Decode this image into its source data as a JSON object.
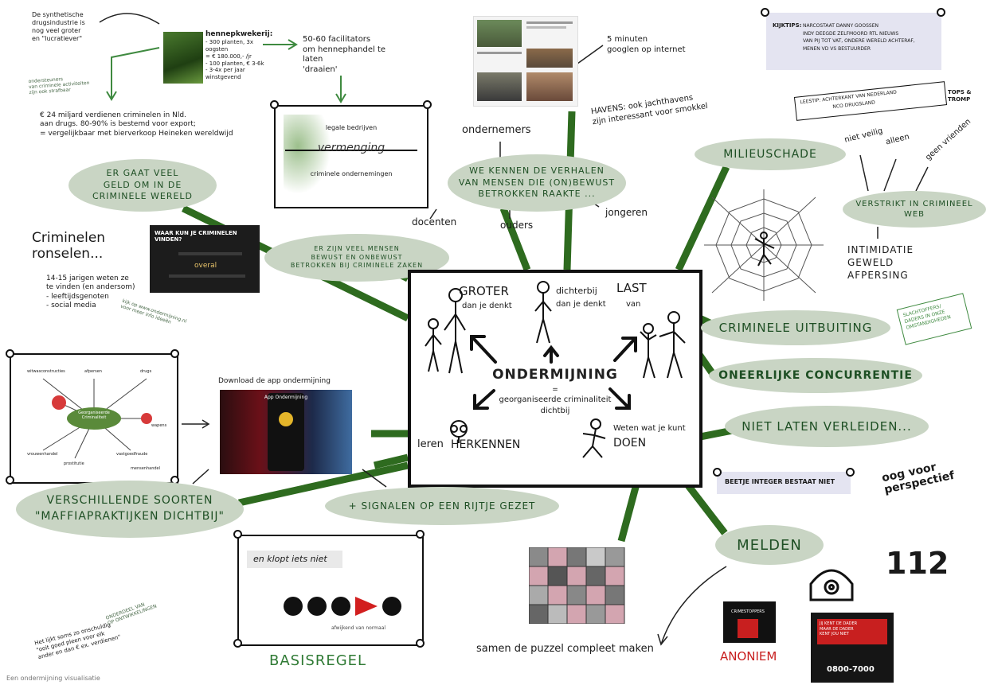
{
  "top_left_note": {
    "line1": "De synthetische",
    "line2": "drugsindustrie is",
    "line3": "nog veel groter",
    "line4": "en \"lucratiever\""
  },
  "hennep": {
    "title": "hennepkwekerij:",
    "line1": "- 300 planten, 3x oogsten",
    "line2": "= € 180.000,- /jr",
    "line3": "- 100 planten, € 3-6k",
    "line4": "- 3-4x per jaar winstgevend"
  },
  "facilitators": {
    "line1": "50-60 facilitators",
    "line2": "om hennephandel te laten",
    "line3": "'draaien'"
  },
  "small_green_note": {
    "line1": "ondersteuners",
    "line2": "van criminele activiteiten",
    "line3": "zijn ook strafbaar"
  },
  "money_note": {
    "line1": "€ 24 miljard verdienen criminelen in Nld.",
    "line2": "aan drugs. 80-90% is bestemd voor export;",
    "line3": "= vergelijkbaar met bierverkoop Heineken wereldwijd"
  },
  "armenging": {
    "top": "legale bedrijven",
    "middle": "vermenging",
    "bottom": "criminele ondernemingen"
  },
  "googlen": {
    "line1": "5 minuten",
    "line2": "googlen op internet"
  },
  "havens": {
    "line1": "HAVENS: ook jachthavens",
    "line2": "zijn interessant voor smokkel"
  },
  "tips": {
    "label": "KIJKTIPS:",
    "line1": "NARCOSTAAT  DANNY GOOSSEN",
    "line2": "INDY DEEGDE ZELFMOORD  RTL NIEUWS",
    "line3": "VAN PIJ TOT VAT, ONDERE WERELD ACHTERAF,",
    "line4": "MENEN VD VS BESTUURDER",
    "leestip": "LEESTIP: ACHTERKANT VAN NEDERLAND",
    "leestip2": "NCO DRUGSLAND",
    "tops1": "TOPS &",
    "tops2": "TROMP"
  },
  "ondernemers": "ondernemers",
  "verhalen_bubble": {
    "line1": "WE KENNEN DE VERHALEN",
    "line2": "VAN MENSEN DIE (ON)BEWUST",
    "line3": "BETROKKEN RAAKTE ..."
  },
  "docenten": "docenten",
  "ouders": "ouders",
  "jongeren": "jongeren",
  "milieuschade": "MILIEUSCHADE",
  "web_words": {
    "niet_veilig": "niet veilig",
    "alleen": "alleen",
    "geen_vrienden": "geen vrienden"
  },
  "verstrikt": {
    "line1": "VERSTRIKT IN CRIMINEEL",
    "line2": "WEB"
  },
  "intimidatie": {
    "line1": "INTIMIDATIE",
    "line2": "GEWELD",
    "line3": "AFPERSING"
  },
  "geld_bubble": {
    "line1": "ER GAAT VEEL",
    "line2": "GELD OM IN DE",
    "line3": "CRIMINELE WERELD"
  },
  "criminelen_ronselen": {
    "line1": "Criminelen",
    "line2": "ronselen..."
  },
  "waar_kun": {
    "title": "WAAR KUN JE CRIMINELEN VINDEN?",
    "word": "overal"
  },
  "veel_mensen": {
    "line1": "ER ZIJN VEEL MENSEN",
    "line2": "BEWUST EN ONBEWUST",
    "line3": "BETROKKEN BIJ CRIMINELE ZAKEN"
  },
  "jarigen": {
    "line1": "14-15 jarigen weten ze",
    "line2": "te vinden (en andersom)",
    "line3": "- leeftijdsgenoten",
    "line4": "- social media"
  },
  "small_link_note": {
    "line1": "kijk op www.ondermijning.nl",
    "line2": "voor meer info ideeën"
  },
  "center": {
    "groter": "GROTER",
    "groter_sub": "dan je denkt",
    "dichterbij": "dichterbij",
    "dichterbij_sub": "dan je denkt",
    "last": "LAST",
    "last_sub": "van",
    "title": "ONDERMIJNING",
    "eq": "=",
    "def1": "georganiseerde criminaliteit",
    "def2": "dichtbij",
    "leren": "leren",
    "herkennen": "HERKENNEN",
    "weten": "Weten wat je kunt",
    "doen": "DOEN"
  },
  "crim_uitbuiting": "CRIMINELE UITBUITING",
  "slachtoffers": {
    "line1": "SLACHTOFFERS/",
    "line2": "DADERS IN ONZE",
    "line3": "OMSTANDIGHEDEN"
  },
  "oneerlijke": "ONEERLIJKE CONCURRENTIE",
  "verleiden": "NIET LATEN VERLEIDEN...",
  "integer": "BEETJE INTEGER BESTAAT NIET",
  "perspectief": {
    "line1": "oog voor",
    "line2": "perspectief"
  },
  "melden": "MELDEN",
  "nr112": "112",
  "download": {
    "label": "Download de app ondermijning",
    "app_title": "App Ondermijning"
  },
  "mindmap_thumb": {
    "a": "witwasconstructies",
    "b": "afpersen",
    "c": "drugs",
    "d": "Georganiseerde Criminaliteit",
    "e": "mensenhandel",
    "f": "prostitutie",
    "g": "vrouwenhandel",
    "h": "vastgoedfraude",
    "i": "wapens"
  },
  "soorten_bubble": {
    "line1": "VERSCHILLENDE SOORTEN",
    "line2": "\"MAFFIAPRAKTIJKEN DICHTBIJ\""
  },
  "signalen_bubble": "+ SIGNALEN OP EEN RIJTJE GEZET",
  "klopt": {
    "text": "en klopt iets niet",
    "caption": "afwijkend van normaal"
  },
  "basisregel": "BASISREGEL",
  "puzzel": "samen de puzzel compleet maken",
  "anoniem": {
    "label": "ANONIEM",
    "logo_text": "CRIMESTOPPERS"
  },
  "poster": {
    "line1": "JIJ KENT DE DADER",
    "line2": "MAAR DE DADER",
    "line3": "KENT JOU NIET",
    "phone": "0800-7000"
  },
  "bottom_left_note": {
    "line1": "Het lijkt soms zo onschuldig",
    "line2": "\"ooit goed pleen voor elk",
    "line3": "ander en dan € ex. verdienen\""
  },
  "bottom_left_green": {
    "line1": "ONDERDEEL VAN",
    "line2": "OP ONTWIKKELINGEN"
  },
  "bottom_strip": "Een ondermijning visualisatie",
  "colors": {
    "bubble": "#c9d5c4",
    "bubble_text": "#1e4f24",
    "line": "#2e6b1f",
    "accent_green": "#2f7a34",
    "lavender": "#e4e4f1",
    "red": "#d21f1f"
  }
}
